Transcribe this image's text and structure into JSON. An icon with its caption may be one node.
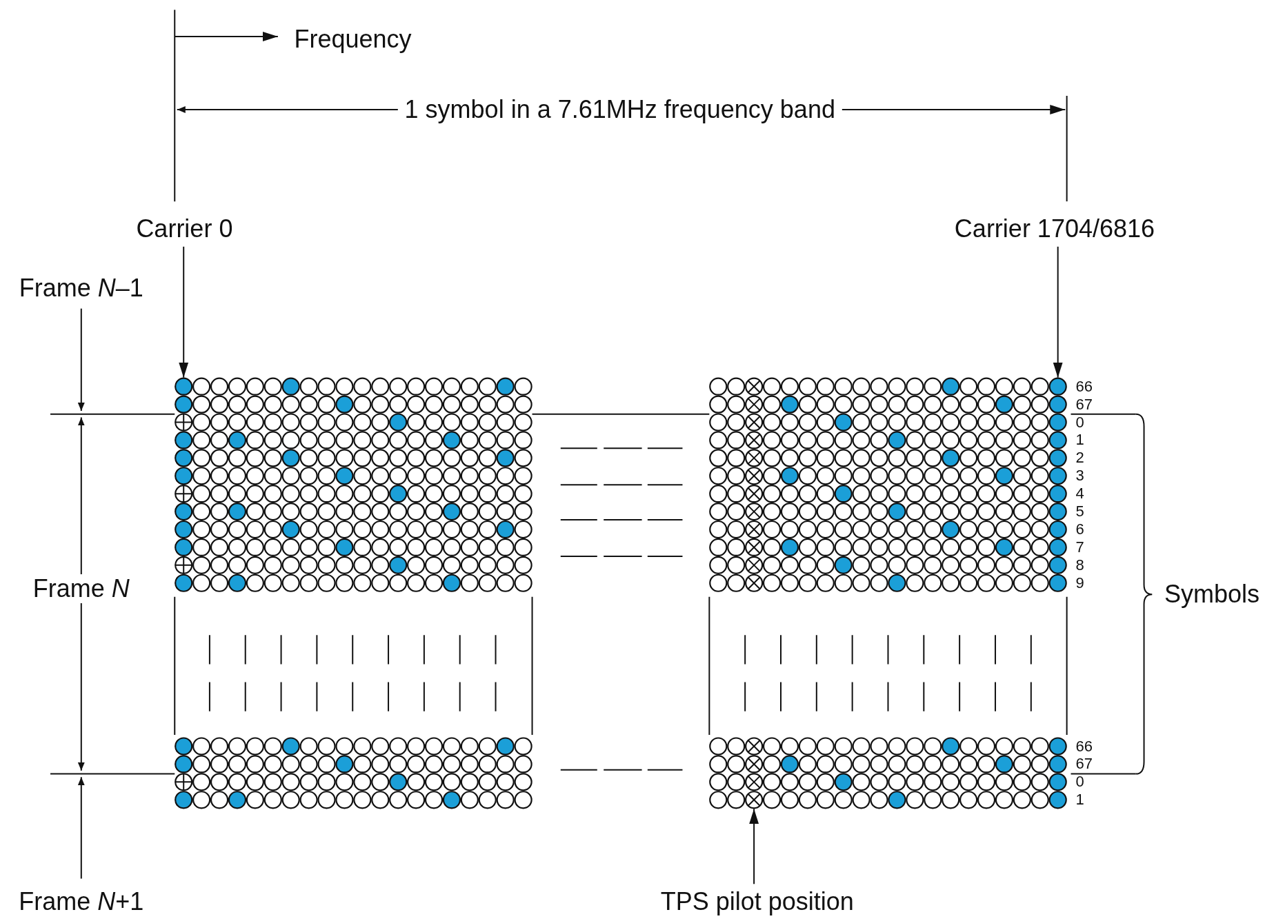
{
  "diagram": {
    "nodes": [
      {
        "text": [
          "Carrier 0"
        ]
      },
      {
        "text": [
          "Carrier 1704/6816"
        ]
      },
      {
        "text": [
          "TPS pilot position"
        ]
      },
      {
        "text": [],
        "shape": "circle"
      },
      {
        "text": [],
        "shape": "circle"
      },
      {
        "text": [],
        "shape": "circle"
      }
    ],
    "edges": [
      {
        "from": 0,
        "to": 3,
        "arrow": "to"
      },
      {
        "from": 1,
        "to": 4,
        "arrow": "to"
      },
      {
        "from": 2,
        "to": 5,
        "arrow": "to"
      }
    ],
    "labels": [
      "Frequency",
      "1 symbol in a 7.61MHz frequency band",
      "Frame *N*–1",
      "66",
      "67",
      "0",
      "1",
      "2",
      "3",
      "4",
      "5",
      "6",
      "7",
      "8",
      "9",
      "Frame *N*",
      "Symbols",
      "66",
      "67",
      "0",
      "1",
      "Frame *N*+1"
    ]
  }
}
